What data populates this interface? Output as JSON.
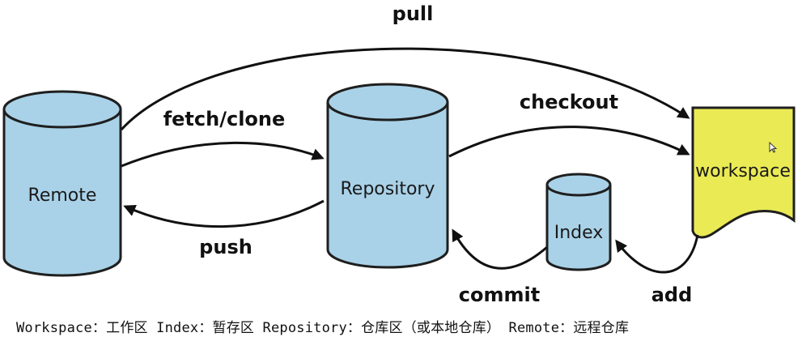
{
  "nodes": {
    "remote": "Remote",
    "repository": "Repository",
    "index": "Index",
    "workspace": "workspace"
  },
  "edges": {
    "pull": "pull",
    "fetch_clone": "fetch/clone",
    "push": "push",
    "checkout": "checkout",
    "commit": "commit",
    "add": "add"
  },
  "legend": "Workspace：工作区 Index：暂存区 Repository：仓库区（或本地仓库） Remote：远程仓库",
  "colors": {
    "cylinder_fill": "#a9d2e8",
    "cylinder_stroke": "#1f1f1f",
    "workspace_fill": "#eaea55",
    "arrow": "#111111"
  }
}
